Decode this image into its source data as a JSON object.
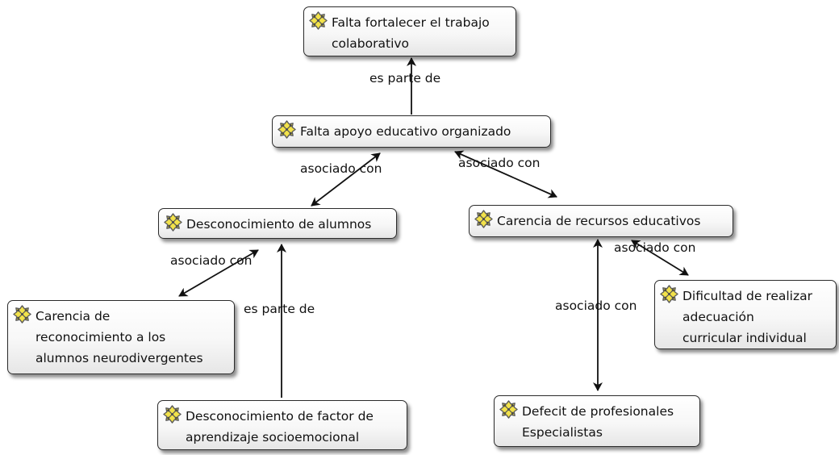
{
  "diagram": {
    "nodes": [
      {
        "id": "n1",
        "icon": "code-node-icon",
        "lines": [
          "Falta fortalecer el trabajo",
          "colaborativo"
        ]
      },
      {
        "id": "n2",
        "icon": "code-node-icon",
        "lines": [
          "Falta apoyo educativo organizado"
        ]
      },
      {
        "id": "n3",
        "icon": "code-node-icon",
        "lines": [
          "Desconocimiento de alumnos"
        ]
      },
      {
        "id": "n4",
        "icon": "code-node-icon",
        "lines": [
          "Carencia de recursos educativos"
        ]
      },
      {
        "id": "n5",
        "icon": "code-node-icon",
        "lines": [
          "Carencia de",
          "reconocimiento a los",
          "alumnos neurodivergentes"
        ]
      },
      {
        "id": "n6",
        "icon": "code-node-icon",
        "lines": [
          "Desconocimiento de factor de",
          "aprendizaje socioemocional"
        ]
      },
      {
        "id": "n7",
        "icon": "code-node-icon",
        "lines": [
          "Dificultad de realizar",
          "adecuación",
          "curricular individual"
        ]
      },
      {
        "id": "n8",
        "icon": "code-node-icon",
        "lines": [
          "Defecit de profesionales",
          "Especialistas"
        ]
      }
    ],
    "edges": [
      {
        "id": "e1",
        "from": "n2",
        "to": "n1",
        "label": "es parte de",
        "arrows": "end"
      },
      {
        "id": "e2",
        "from": "n3",
        "to": "n2",
        "label": "asociado con",
        "arrows": "both"
      },
      {
        "id": "e3",
        "from": "n2",
        "to": "n4",
        "label": "asociado con",
        "arrows": "both"
      },
      {
        "id": "e4",
        "from": "n5",
        "to": "n3",
        "label": "asociado con",
        "arrows": "both"
      },
      {
        "id": "e5",
        "from": "n6",
        "to": "n3",
        "label": "es parte de",
        "arrows": "end"
      },
      {
        "id": "e6",
        "from": "n4",
        "to": "n8",
        "label": "asociado con",
        "arrows": "both"
      },
      {
        "id": "e7",
        "from": "n4",
        "to": "n7",
        "label": "asociado con",
        "arrows": "both"
      }
    ]
  },
  "colors": {
    "edge": "#111111",
    "icon_fill": "#f2e24a",
    "icon_stroke": "#5a5a5a"
  }
}
